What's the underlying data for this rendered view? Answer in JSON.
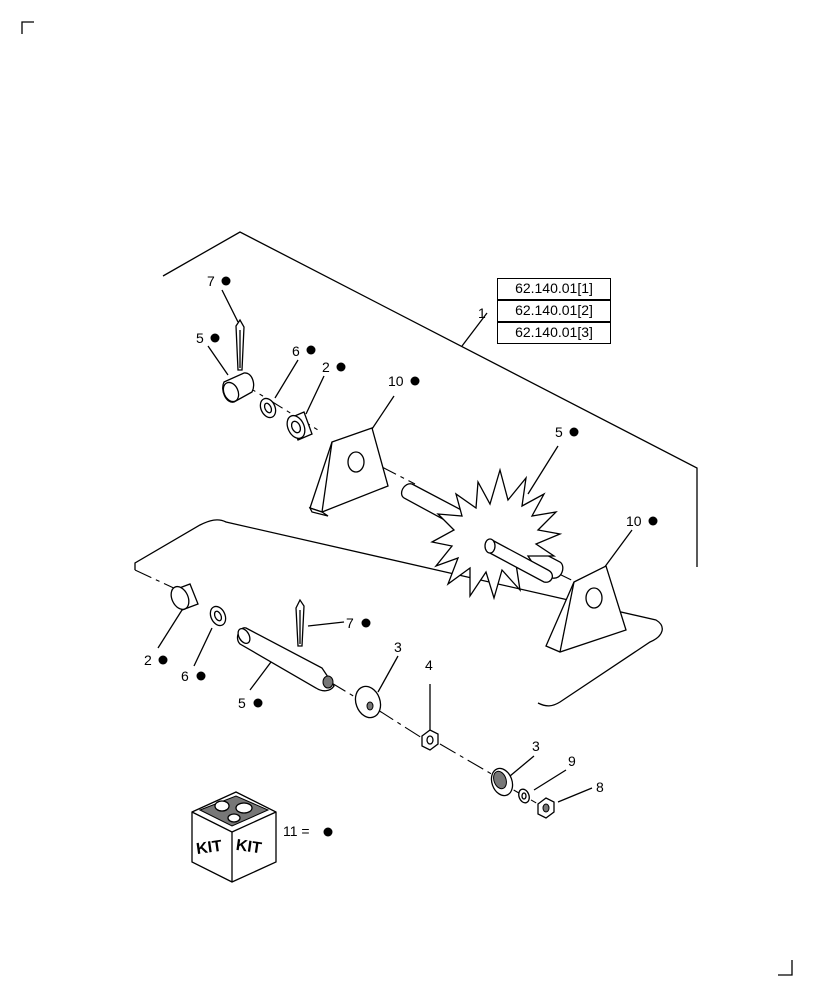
{
  "references": [
    "62.140.01[1]",
    "62.140.01[2]",
    "62.140.01[3]"
  ],
  "callouts": {
    "c1": "1",
    "c7a": "7",
    "c5a": "5",
    "c6a": "6",
    "c2a": "2",
    "c10a": "10",
    "c5b": "5",
    "c10b": "10",
    "c2b": "2",
    "c6b": "6",
    "c5c": "5",
    "c7b": "7",
    "c3a": "3",
    "c4": "4",
    "c3b": "3",
    "c9": "9",
    "c8": "8"
  },
  "kit": {
    "text1": "KIT",
    "text2": "KIT",
    "legend": "11 ="
  },
  "colors": {
    "line": "#000000",
    "background": "#ffffff",
    "shade": "#777777"
  }
}
